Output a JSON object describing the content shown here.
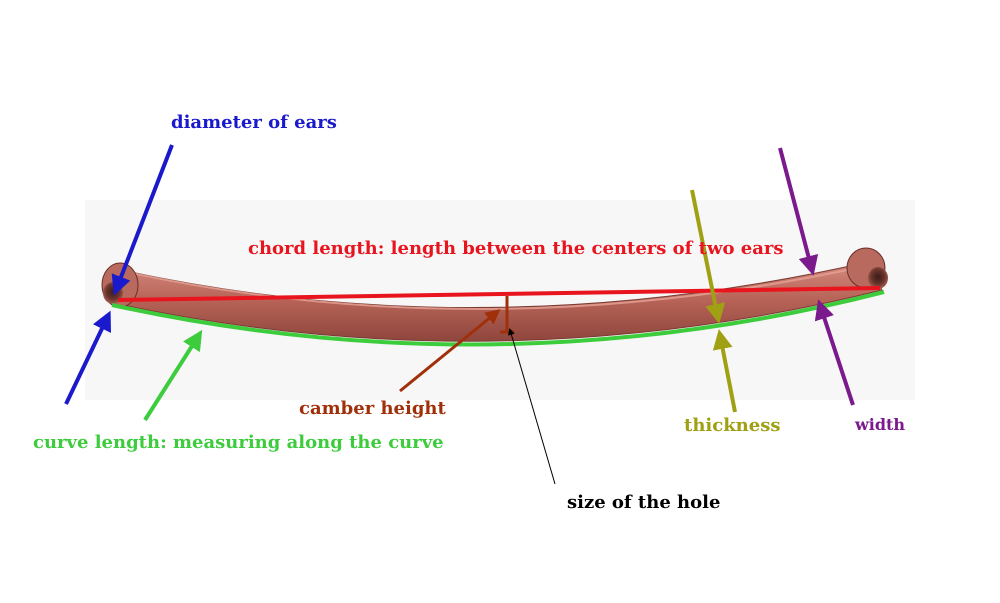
{
  "labels": {
    "diameter_of_ears": "diameter of ears",
    "chord_length": "chord length: length between the centers of two ears",
    "camber_height": "camber height",
    "curve_length": "curve length: measuring along the curve",
    "size_of_hole": "size of the hole",
    "thickness": "thickness",
    "width": "width"
  },
  "colors": {
    "diameter_of_ears": "#1a1acc",
    "chord_length": "#e8141e",
    "camber_height": "#a0300a",
    "curve_length": "#3ccc3c",
    "size_of_hole": "#000000",
    "thickness": "#a0a014",
    "width": "#7a1a8c",
    "spring_body": "#b86458",
    "spring_dark": "#7a3a32",
    "spring_light": "#d88c80"
  }
}
